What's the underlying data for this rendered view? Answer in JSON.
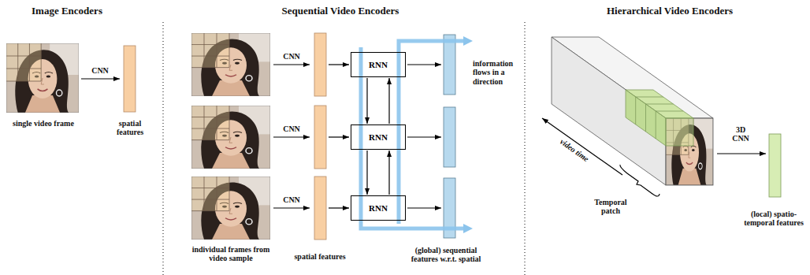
{
  "diagram": {
    "nodes": [
      {
        "text": [
          "RNN"
        ]
      },
      {
        "text": [
          "RNN"
        ]
      },
      {
        "text": [
          "RNN"
        ]
      }
    ],
    "edges": [
      {
        "from": 0,
        "to": 1,
        "arrow": "to"
      },
      {
        "from": 1,
        "to": 2,
        "arrow": "to"
      },
      {
        "from": 2,
        "to": 1,
        "arrow": "to"
      },
      {
        "from": 1,
        "to": 0,
        "arrow": "to"
      }
    ],
    "labels": [
      "Image Encoders",
      "Sequential Video Encoders",
      "Hierarchical Video Encoders",
      "CNN",
      "single video frame",
      "spatial features",
      "CNN",
      "CNN",
      "CNN",
      "information flows in a direction",
      "individual frames from video sample",
      "spatial features",
      "(global) sequential features w.r.t. spatial",
      "video time",
      "Temporal patch",
      "3D CNN",
      "(local) spatio-temporal features"
    ]
  }
}
